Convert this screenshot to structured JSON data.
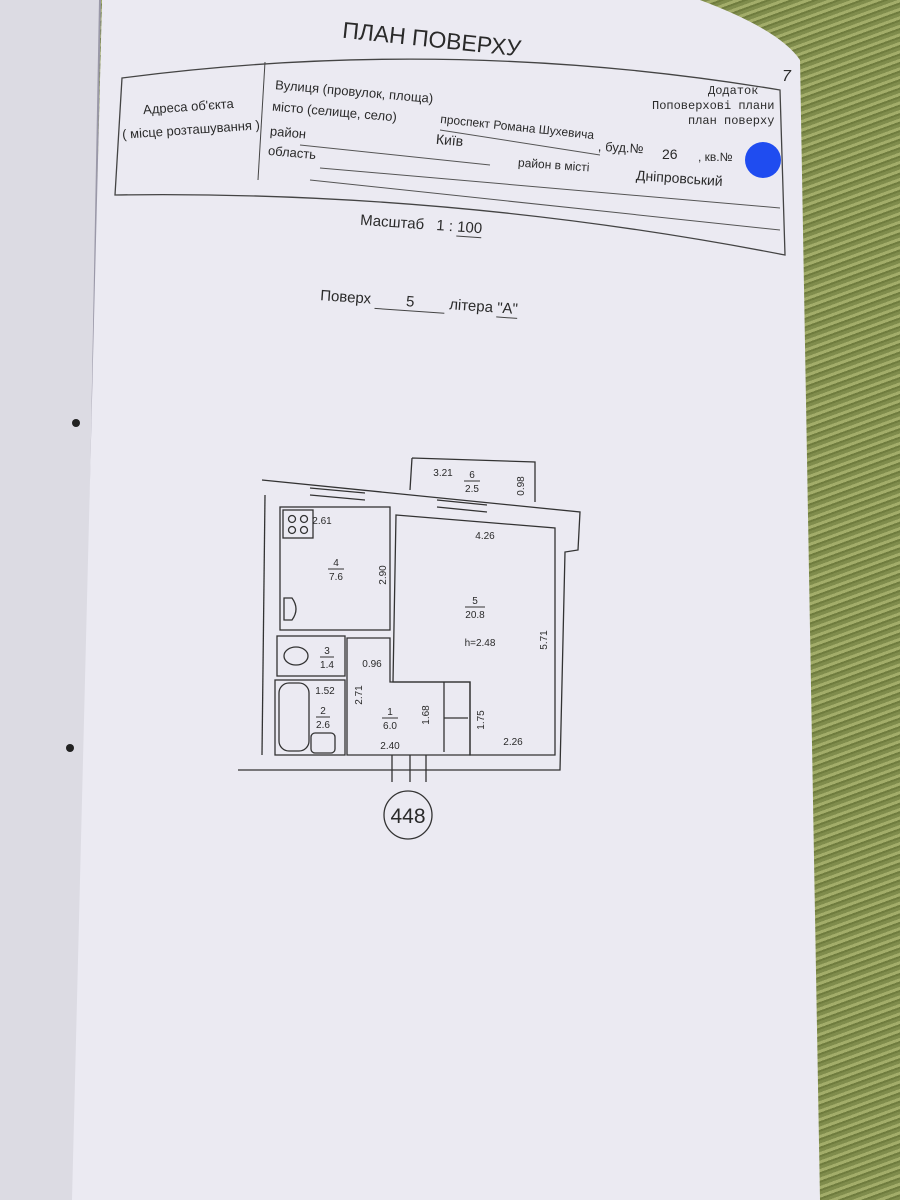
{
  "document": {
    "title": "ПЛАН ПОВЕРХУ",
    "page_number": "7",
    "appendix": {
      "line1": "Додаток",
      "line2": "Поповерхові плани",
      "line3": "план поверху"
    },
    "address_label_1": "Адреса об'єкта",
    "address_label_2": "( місце розташування )",
    "street_label": "Вулиця (провулок, площа)",
    "street_value": "проспект Романа Шухевича",
    "building_label": ", буд.№",
    "building_value": "26",
    "apartment_label": ", кв.№",
    "city_label": "місто (селище, село)",
    "city_value": "Київ",
    "district_label": "район",
    "city_district_label": "район в місті",
    "city_district_value": "Дніпровський",
    "region_label": "область",
    "scale_label": "Масштаб",
    "scale_value_prefix": "1 :",
    "scale_value": "100",
    "floor_label": "Поверх",
    "floor_value": "5",
    "letter_label": "літера",
    "letter_value": "\"А\""
  },
  "floor_plan": {
    "apartment_number": "448",
    "ceiling_height": "h=2.48",
    "rooms": [
      {
        "number": "1",
        "area": "6.0"
      },
      {
        "number": "2",
        "area": "2.6"
      },
      {
        "number": "3",
        "area": "1.4"
      },
      {
        "number": "4",
        "area": "7.6"
      },
      {
        "number": "5",
        "area": "20.8"
      },
      {
        "number": "6",
        "area": "2.5"
      }
    ],
    "dimensions": {
      "balcony_length": "3.21",
      "balcony_width": "0.98",
      "kitchen_width": "2.61",
      "kitchen_length": "2.90",
      "room_width": "4.26",
      "room_length": "5.71",
      "room_lower_length": "1.75",
      "room_lower_width": "2.26",
      "corridor_width_top": "0.96",
      "corridor_length": "2.71",
      "corridor_closet": "1.68",
      "corridor_width": "2.40",
      "bath_width": "1.52"
    }
  }
}
